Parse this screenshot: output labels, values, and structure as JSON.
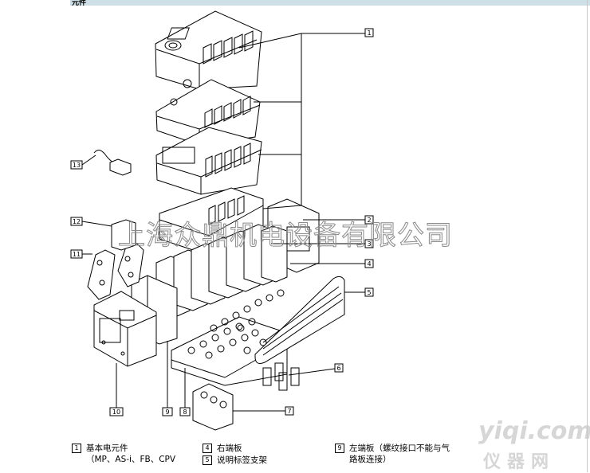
{
  "header": {
    "title": "元件"
  },
  "callouts": [
    "1",
    "2",
    "3",
    "4",
    "5",
    "6",
    "7",
    "8",
    "9",
    "10",
    "11",
    "12",
    "13"
  ],
  "watermark": {
    "text": "上海众鼎机电设备有限公司"
  },
  "legend": [
    {
      "num": "1",
      "lines": [
        "基本电元件",
        "（MP、AS-i、FB、CPV"
      ]
    },
    {
      "num": "4",
      "lines": [
        "右端板"
      ]
    },
    {
      "num": "5",
      "lines": [
        "说明标签支架"
      ]
    },
    {
      "num": "9",
      "lines": [
        "左端板（螺纹接口不能与气",
        "路板连接）"
      ]
    }
  ],
  "corner_logo": {
    "en": "yiqi.com",
    "cn": "仪器网"
  }
}
